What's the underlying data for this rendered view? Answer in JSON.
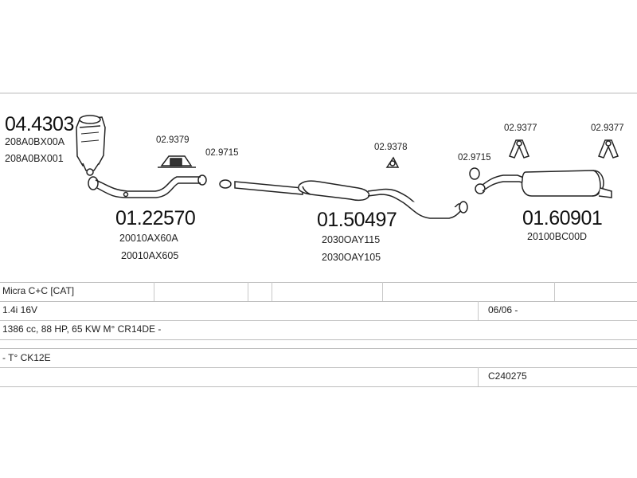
{
  "parts": [
    {
      "number": "04.4303",
      "oem_codes": [
        "208A0BX00A",
        "208A0BX001"
      ],
      "icon": "catalytic-converter-icon"
    },
    {
      "number": "01.22570",
      "oem_codes": [
        "20010AX60A",
        "20010AX605"
      ],
      "icon": "front-pipe-icon"
    },
    {
      "number": "01.50497",
      "oem_codes": [
        "2030OAY115",
        "2030OAY105"
      ],
      "icon": "middle-silencer-icon"
    },
    {
      "number": "01.60901",
      "oem_codes": [
        "20100BC00D"
      ],
      "icon": "rear-silencer-icon"
    }
  ],
  "accessories": [
    {
      "number": "02.9379",
      "icon": "mounting-bracket-icon"
    },
    {
      "number": "02.9715",
      "icon": "gasket-ring-icon"
    },
    {
      "number": "02.9378",
      "icon": "rubber-hanger-icon"
    },
    {
      "number": "02.9715",
      "icon": "gasket-ring-icon"
    },
    {
      "number": "02.9377",
      "icon": "rubber-hanger-icon"
    },
    {
      "number": "02.9377",
      "icon": "rubber-hanger-icon"
    }
  ],
  "table": {
    "model": "Micra C+C  [CAT]",
    "engine": "1.4i 16V",
    "date": "06/06 -",
    "specs": "1386 cc, 88 HP, 65 KW M° CR14DE -",
    "chassis": "- T° CK12E",
    "code": "C240275"
  }
}
